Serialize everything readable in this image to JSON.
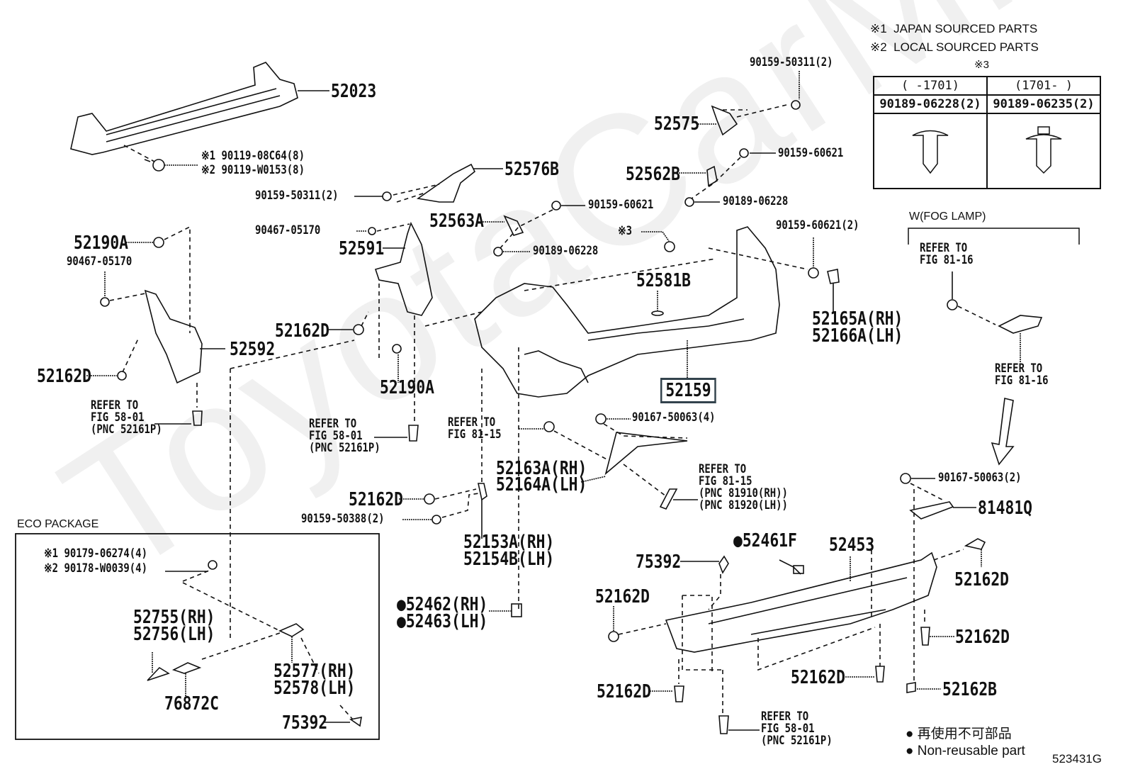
{
  "legend": {
    "note1": "※1  JAPAN SOURCED PARTS",
    "note2": "※2  LOCAL SOURCED PARTS",
    "note3": "※3",
    "table_headers": [
      "(     -1701)",
      "(1701-     )"
    ],
    "table_parts": [
      "90189-06228(2)",
      "90189-06235(2)"
    ]
  },
  "labels": {
    "p52023": "52023",
    "bolt_j": "※1 90119-08C64(8)",
    "bolt_l": "※2 90119-W0153(8)",
    "p52576B": "52576B",
    "s90159_50311_left": "90159-50311(2)",
    "s90159_50311_top": "90159-50311(2)",
    "p52575": "52575",
    "s90159_60621_a": "90159-60621",
    "p52562B": "52562B",
    "c90189_06228_a": "90189-06228",
    "p52563A": "52563A",
    "s90159_60621_b": "90159-60621",
    "c90189_06228_b": "90189-06228",
    "n90467_05170_a": "90467-05170",
    "p52591": "52591",
    "p52190A_a": "52190A",
    "n90467_05170_b": "90467-05170",
    "p52592": "52592",
    "p52162D_a": "52162D",
    "p52162D_b": "52162D",
    "p52190A_b": "52190A",
    "ref1": [
      "REFER TO",
      "FIG 58-01",
      "(PNC 52161P)"
    ],
    "ref2": [
      "REFER TO",
      "FIG 58-01",
      "(PNC 52161P)"
    ],
    "ref3": [
      "REFER TO",
      "FIG 81-15"
    ],
    "note3_ref": "※3",
    "s90159_60621_2": "90159-60621(2)",
    "p52581B": "52581B",
    "p52165A": "52165A(RH)",
    "p52166A": "52166A(LH)",
    "p52159": "52159",
    "fog_title": "W(FOG LAMP)",
    "ref_fog1": [
      "REFER TO",
      "FIG 81-16"
    ],
    "ref_fog2": [
      "REFER TO",
      "FIG 81-16"
    ],
    "s90167_50063_4": "90167-50063(4)",
    "p52163A": "52163A(RH)",
    "p52164A": "52164A(LH)",
    "ref4": [
      "REFER TO",
      "FIG 81-15",
      "(PNC 81910(RH))",
      "(PNC 81920(LH))"
    ],
    "s90167_50063_2": "90167-50063(2)",
    "p81481Q": "81481Q",
    "p52162D_c": "52162D",
    "s90159_50388": "90159-50388(2)",
    "p52153A": "52153A(RH)",
    "p52154B": "52154B(LH)",
    "p52462": "●52462(RH)",
    "p52463": "●52463(LH)",
    "p52461F": "●52461F",
    "p52453": "52453",
    "p75392_a": "75392",
    "p52162D_d": "52162D",
    "p52162D_e": "52162D",
    "p52162D_f": "52162D",
    "p52162D_g": "52162D",
    "p52162D_h": "52162D",
    "p52162B": "52162B",
    "ref5": [
      "REFER TO",
      "FIG 58-01",
      "(PNC 52161P)"
    ]
  },
  "eco": {
    "title": "ECO PACKAGE",
    "nut_j": "※1 90179-06274(4)",
    "nut_l": "※2 90178-W0039(4)",
    "p52755": "52755(RH)",
    "p52756": "52756(LH)",
    "p76872C": "76872C",
    "p52577": "52577(RH)",
    "p52578": "52578(LH)",
    "p75392": "75392"
  },
  "footer": {
    "nonreuse_jp": "● 再使用不可部品",
    "nonreuse_en": "● Non-reusable part",
    "figure_id": "523431G"
  },
  "watermark": "ToyotaCarMine",
  "highlight_color": "#33434d"
}
